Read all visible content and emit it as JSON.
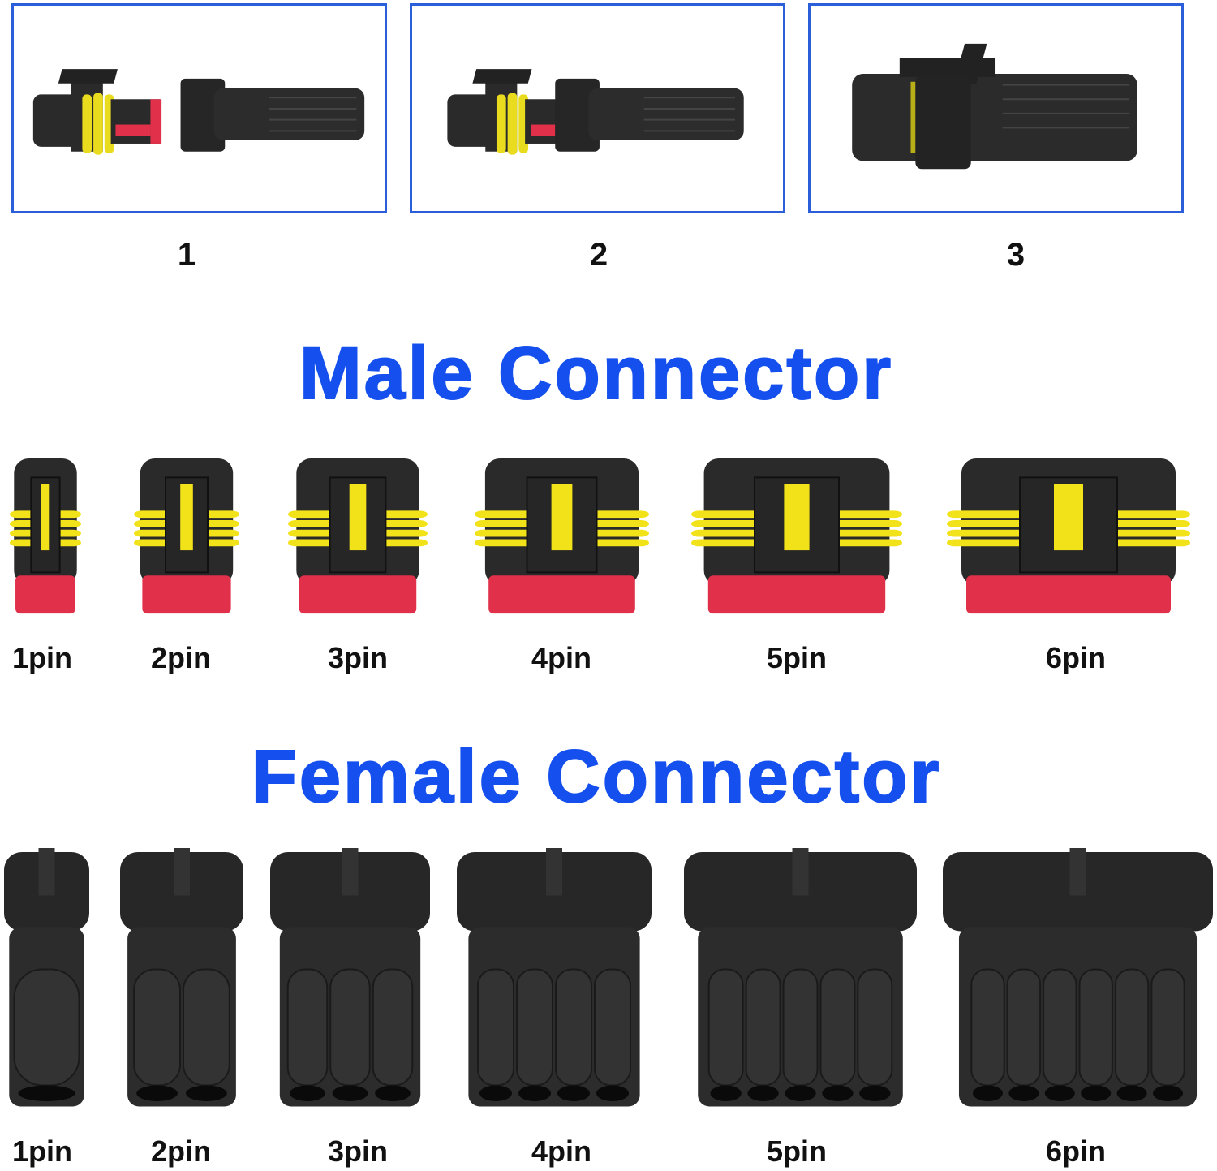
{
  "steps": [
    "1",
    "2",
    "3"
  ],
  "colors": {
    "accent": "#1550ee",
    "frame": "#2b5fd9",
    "housing": "#2a2a2a",
    "seal": "#f2e21a",
    "lock": "#e0304a"
  },
  "male": {
    "title": "Male Connector",
    "items": [
      {
        "label": "1pin"
      },
      {
        "label": "2pin"
      },
      {
        "label": "3pin"
      },
      {
        "label": "4pin"
      },
      {
        "label": "5pin"
      },
      {
        "label": "6pin"
      }
    ]
  },
  "female": {
    "title": "Female Connector",
    "items": [
      {
        "label": "1pin"
      },
      {
        "label": "2pin"
      },
      {
        "label": "3pin"
      },
      {
        "label": "4pin"
      },
      {
        "label": "5pin"
      },
      {
        "label": "6pin"
      }
    ]
  }
}
